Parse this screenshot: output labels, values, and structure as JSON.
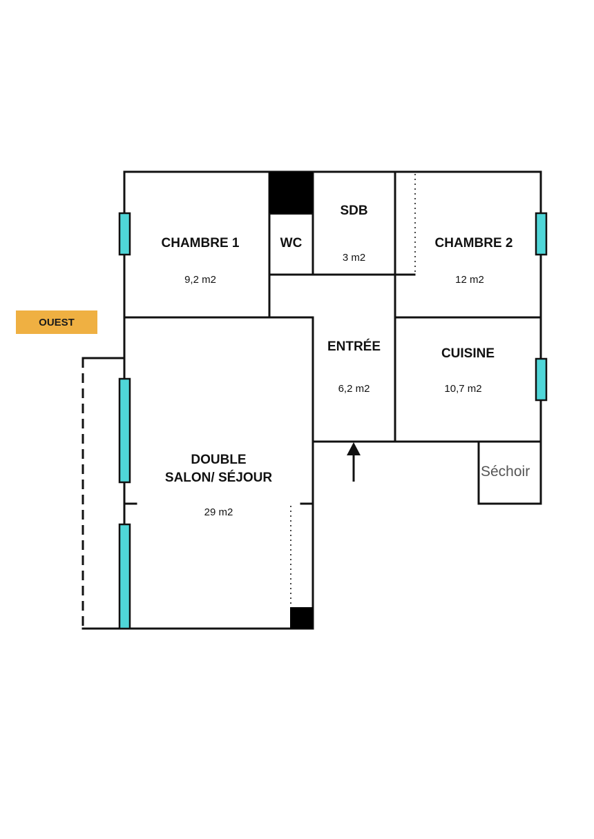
{
  "compass": {
    "label": "OUEST"
  },
  "rooms": {
    "chambre1": {
      "name": "CHAMBRE 1",
      "area": "9,2 m2"
    },
    "wc": {
      "name": "WC"
    },
    "sdb": {
      "name": "SDB",
      "area": "3 m2"
    },
    "chambre2": {
      "name": "CHAMBRE 2",
      "area": "12 m2"
    },
    "entree": {
      "name": "ENTRÉE",
      "area": "6,2 m2"
    },
    "cuisine": {
      "name": "CUISINE",
      "area": "10,7 m2"
    },
    "salon": {
      "name_line1": "DOUBLE",
      "name_line2": "SALON/ SÉJOUR",
      "area": "29 m2"
    },
    "sechoir": {
      "name": "Séchoir"
    }
  },
  "colors": {
    "wall": "#111111",
    "window": "#4fd6d8",
    "compass_bg": "#efb042"
  }
}
